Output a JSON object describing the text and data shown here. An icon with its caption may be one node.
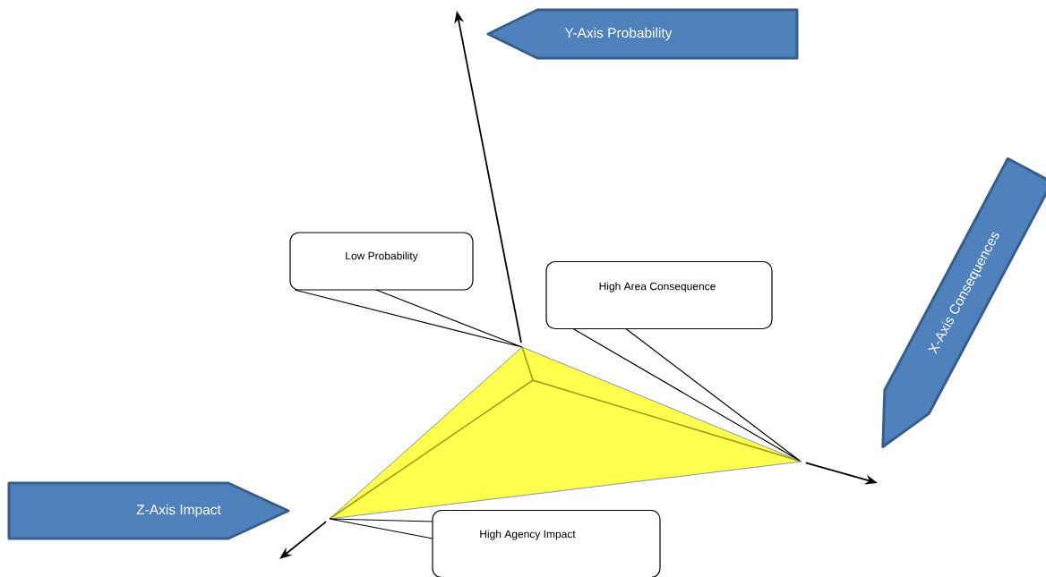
{
  "diagram": {
    "nodes": [
      {
        "text": [
          "Y-Axis Probability"
        ]
      },
      {
        "text": [
          "X-Axis Consequences"
        ]
      },
      {
        "text": [
          "Z-Axis Impact"
        ]
      },
      {
        "text": [
          "Low Probability"
        ]
      },
      {
        "text": [
          "High Area Consequence"
        ]
      },
      {
        "text": [
          "High Agency Impact"
        ]
      }
    ],
    "edges": [
      {
        "from": 3,
        "to": null,
        "arrow": "none"
      },
      {
        "from": 4,
        "to": null,
        "arrow": "none"
      },
      {
        "from": 5,
        "to": null,
        "arrow": "none"
      }
    ]
  }
}
